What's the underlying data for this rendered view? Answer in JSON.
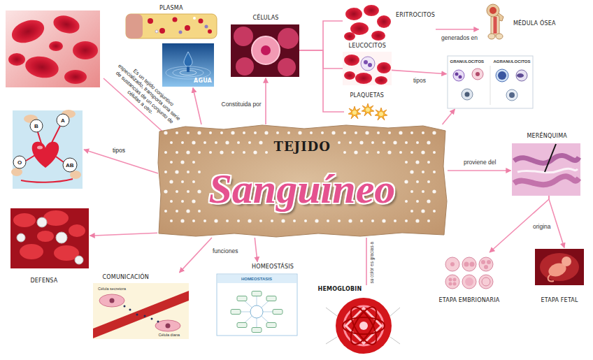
{
  "diagram": {
    "nodes": [
      {
        "text": [
          "TEJIDO",
          "Sanguíneo"
        ]
      },
      {
        "text": [
          "PLASMA",
          "AGUA"
        ]
      },
      {
        "text": [
          "CÉLULAS"
        ]
      },
      {
        "text": [
          "ERITROCITOS"
        ]
      },
      {
        "text": [
          "LEUCOCITOS"
        ]
      },
      {
        "text": [
          "PLAQUETAS"
        ]
      },
      {
        "text": [
          "MÉDULA ÓSEA"
        ]
      },
      {
        "text": [
          "GRANULOCITOS",
          "AGRANULOCITOS"
        ]
      },
      {
        "text": [
          "MERÉNQUIMA"
        ]
      },
      {
        "text": [
          "ETAPA EMBRIONARIA"
        ]
      },
      {
        "text": [
          "ETAPA FETAL"
        ]
      },
      {
        "text": [
          "HEMOGLOBIN"
        ]
      },
      {
        "text": [
          "HOMEOSTÁSIS"
        ]
      },
      {
        "text": [
          "COMUNICACIÓN"
        ]
      },
      {
        "text": [
          "DEFENSA"
        ]
      }
    ],
    "edges": [
      {
        "from": 0,
        "to": 1,
        "arrow": "to"
      },
      {
        "from": 0,
        "to": 2,
        "label": "Constituida por",
        "arrow": "to"
      },
      {
        "from": 2,
        "to": 3,
        "arrow": "none"
      },
      {
        "from": 2,
        "to": 4,
        "arrow": "none"
      },
      {
        "from": 2,
        "to": 5,
        "arrow": "none"
      },
      {
        "from": 3,
        "to": 6,
        "label": "generados en",
        "arrow": "to"
      },
      {
        "from": 4,
        "to": 7,
        "label": "tipos",
        "arrow": "to"
      },
      {
        "from": 0,
        "to": 7,
        "arrow": "to"
      },
      {
        "from": 0,
        "to": 8,
        "label": "proviene del",
        "arrow": "to"
      },
      {
        "from": 8,
        "to": 9,
        "label": "origina",
        "arrow": "to"
      },
      {
        "from": 8,
        "to": 10,
        "arrow": "to"
      },
      {
        "from": 0,
        "to": 11,
        "label": "su color es gracias a",
        "arrow": "none"
      },
      {
        "from": 0,
        "to": 12,
        "arrow": "to"
      },
      {
        "from": 0,
        "to": 13,
        "label": "funciones",
        "arrow": "to"
      },
      {
        "from": 0,
        "to": 14,
        "arrow": "to"
      }
    ],
    "labels": [
      "Es un tejido conjuntivo especializado, transporta una serie de sustancias de un conjunto de células a otro.",
      "tipos",
      "B",
      "A",
      "O",
      "AB",
      "HOMEOSTASIS",
      "Célula secretora",
      "Célula diana"
    ]
  }
}
